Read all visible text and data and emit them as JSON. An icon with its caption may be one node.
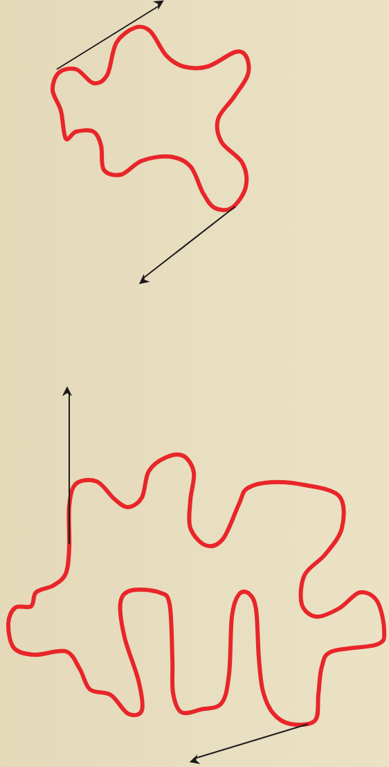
{
  "diagram": {
    "nodes": [
      {
        "text": [],
        "shape": "blob"
      },
      {
        "text": [],
        "shape": "blob"
      }
    ],
    "edges": [
      {
        "from": 0,
        "to": null,
        "arrow": "to"
      },
      {
        "from": 0,
        "to": null,
        "arrow": "to"
      },
      {
        "from": 1,
        "to": null,
        "arrow": "to"
      },
      {
        "from": 1,
        "to": null,
        "arrow": "to"
      }
    ]
  }
}
